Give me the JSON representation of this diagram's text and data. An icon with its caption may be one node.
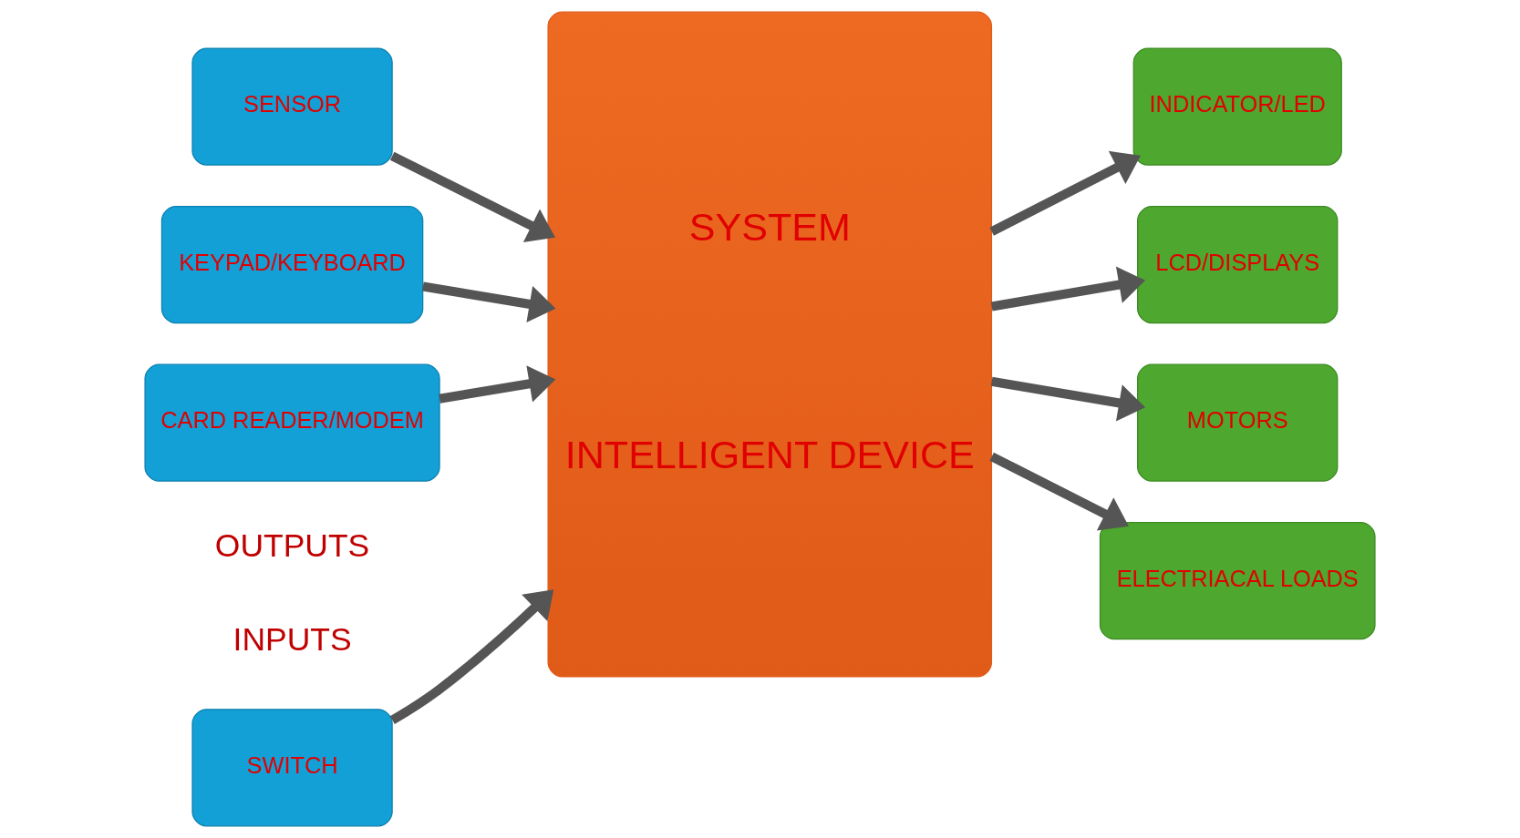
{
  "diagram": {
    "nodes": [
      {
        "text": [
          "SWITCH"
        ]
      },
      {
        "text": [
          "SENSOR"
        ]
      },
      {
        "text": [
          "KEYPAD/KEYBOARD"
        ]
      },
      {
        "text": [
          "CARD READER/MODEM"
        ]
      },
      {
        "text": [
          "SYSTEM",
          "INTELLIGENT DEVICE"
        ]
      },
      {
        "text": [
          "INDICATOR/LED"
        ]
      },
      {
        "text": [
          "LCD/DISPLAYS"
        ]
      },
      {
        "text": [
          "MOTORS"
        ]
      },
      {
        "text": [
          "ELECTRIACAL LOADS"
        ]
      }
    ],
    "edges": [
      {
        "from": 0,
        "to": 4,
        "arrow": "to"
      },
      {
        "from": 1,
        "to": 4,
        "arrow": "to"
      },
      {
        "from": 2,
        "to": 4,
        "arrow": "to"
      },
      {
        "from": 3,
        "to": 4,
        "arrow": "to"
      },
      {
        "from": 4,
        "to": 5,
        "arrow": "to"
      },
      {
        "from": 4,
        "to": 6,
        "arrow": "to"
      },
      {
        "from": 4,
        "to": 7,
        "arrow": "to"
      },
      {
        "from": 4,
        "to": 8,
        "arrow": "to"
      }
    ],
    "labels": [
      "INPUTS",
      "OUTPUTS"
    ]
  }
}
